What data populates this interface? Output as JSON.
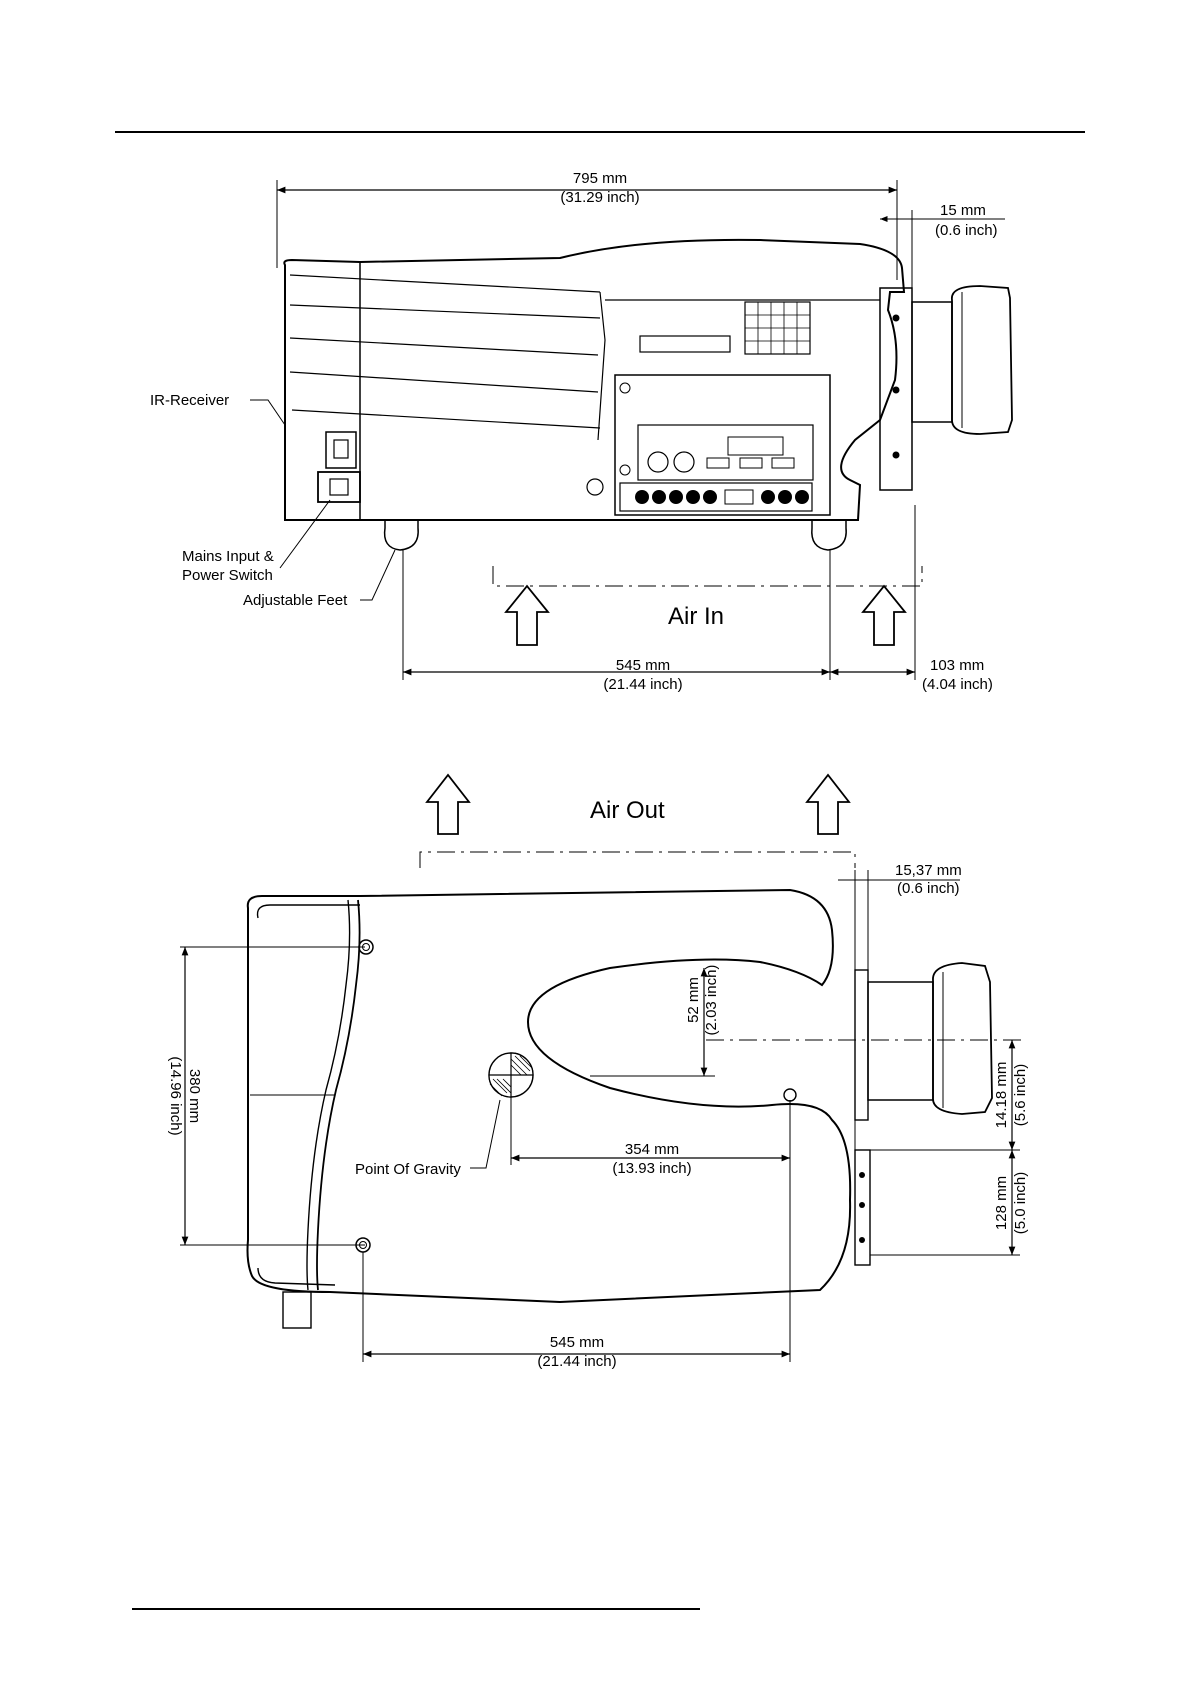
{
  "side_view": {
    "overall_length": {
      "mm": "795 mm",
      "inch": "(31.29 inch)"
    },
    "lens_offset": {
      "mm": "15 mm",
      "inch": "(0.6 inch)"
    },
    "feet_spacing": {
      "mm": "545 mm",
      "inch": "(21.44 inch)"
    },
    "front_foot_offset": {
      "mm": "103 mm",
      "inch": "(4.04 inch)"
    },
    "air_label": "Air In",
    "labels": {
      "ir_receiver": "IR-Receiver",
      "mains_line1": "Mains Input &",
      "mains_line2": "Power Switch",
      "feet": "Adjustable Feet"
    }
  },
  "top_view": {
    "air_label": "Air Out",
    "lens_offset": {
      "mm": "15,37 mm",
      "inch": "(0.6 inch)"
    },
    "width": {
      "mm": "380 mm",
      "inch": "(14.96 inch)"
    },
    "gravity_offset_y": {
      "mm": "52 mm",
      "inch": "(2.03 inch)"
    },
    "gravity_offset_x": {
      "mm": "354 mm",
      "inch": "(13.93 inch)"
    },
    "lens_axis_offset": {
      "mm": "14.18 mm",
      "inch": "(5.6 inch)"
    },
    "bracket_offset": {
      "mm": "128 mm",
      "inch": "(5.0 inch)"
    },
    "feet_spacing": {
      "mm": "545 mm",
      "inch": "(21.44 inch)"
    },
    "gravity_label": "Point Of Gravity"
  },
  "colors": {
    "line": "#000000",
    "background": "#ffffff"
  }
}
